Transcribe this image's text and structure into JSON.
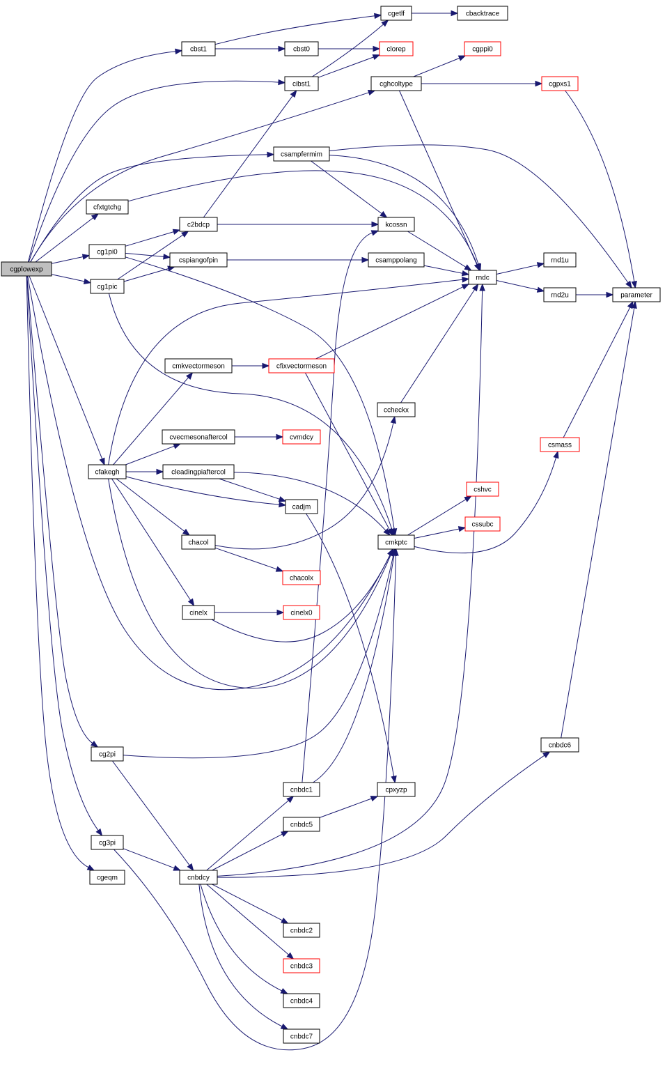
{
  "colors": {
    "edge": "#191970",
    "node_border": "#000000",
    "node_border_incomplete": "#ff0000",
    "root_fill": "#bfbfbf",
    "node_fill": "#ffffff"
  },
  "nodes": {
    "cgplowexp": "cgplowexp",
    "cbst1": "cbst1",
    "cgetlf": "cgetlf",
    "cbacktrace": "cbacktrace",
    "cbst0": "cbst0",
    "clorep": "clorep",
    "cibst1": "cibst1",
    "cghcoltype": "cghcoltype",
    "cgppi0": "cgppi0",
    "cgpxs1": "cgpxs1",
    "csampfermim": "csampfermim",
    "cfxtgtchg": "cfxtgtchg",
    "c2bdcp": "c2bdcp",
    "kcossn": "kcossn",
    "cg1pi0": "cg1pi0",
    "cspiangofpin": "cspiangofpin",
    "csamppolang": "csamppolang",
    "rndc": "rndc",
    "rnd1u": "rnd1u",
    "cg1pic": "cg1pic",
    "rnd2u": "rnd2u",
    "parameter": "parameter",
    "cmkvectormeson": "cmkvectormeson",
    "cfixvectormeson": "cfixvectormeson",
    "ccheckx": "ccheckx",
    "cvecmesonaftercol": "cvecmesonaftercol",
    "cvmdcy": "cvmdcy",
    "csmass": "csmass",
    "cfakegh": "cfakegh",
    "cleadingpiaftercol": "cleadingpiaftercol",
    "cadjm": "cadjm",
    "cshvc": "cshvc",
    "cssubc": "cssubc",
    "chacol": "chacol",
    "cmkptc": "cmkptc",
    "chacolx": "chacolx",
    "cinelx": "cinelx",
    "cinelx0": "cinelx0",
    "cnbdc6": "cnbdc6",
    "cg2pi": "cg2pi",
    "cnbdc1": "cnbdc1",
    "cpxyzp": "cpxyzp",
    "cnbdc5": "cnbdc5",
    "cg3pi": "cg3pi",
    "cgeqm": "cgeqm",
    "cnbdcy": "cnbdcy",
    "cnbdc2": "cnbdc2",
    "cnbdc3": "cnbdc3",
    "cnbdc4": "cnbdc4",
    "cnbdc7": "cnbdc7"
  }
}
